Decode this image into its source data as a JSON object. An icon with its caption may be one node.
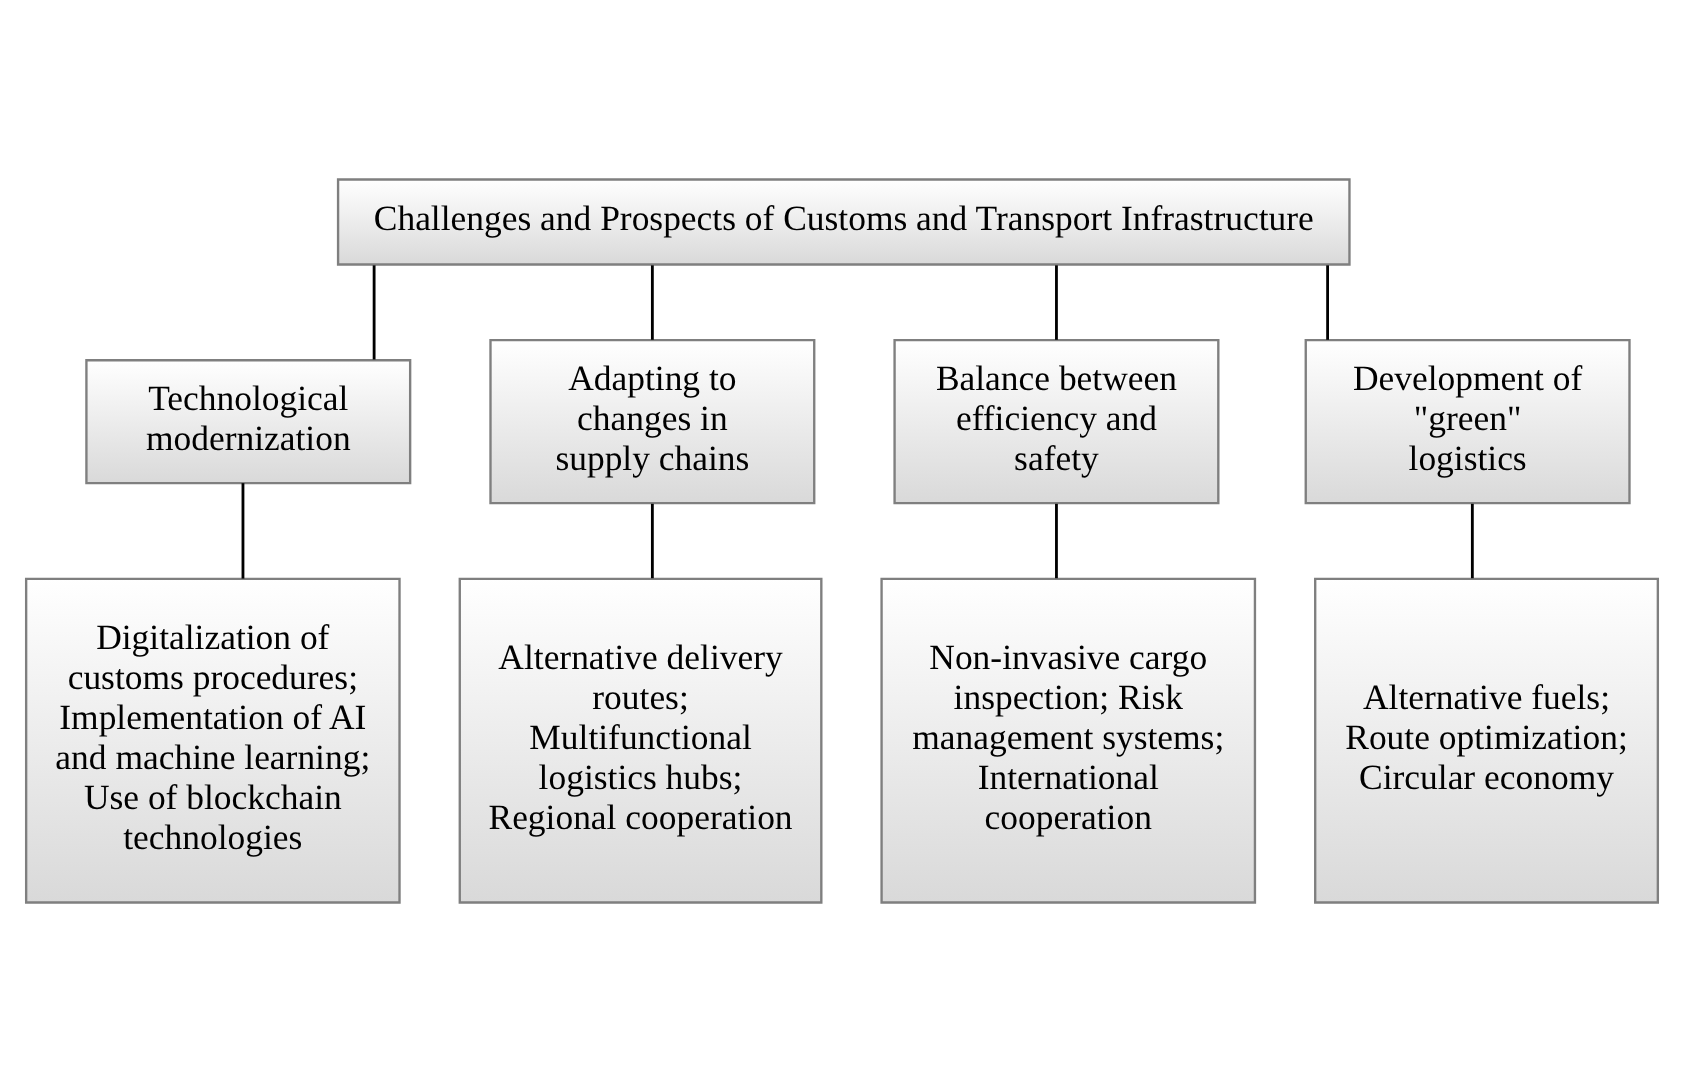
{
  "diagram": {
    "nodes": [
      {
        "text": [
          "Challenges and Prospects of Customs and Transport Infrastructure"
        ]
      },
      {
        "text": [
          "Technological modernization"
        ]
      },
      {
        "text": [
          "Adapting to changes in supply chains"
        ]
      },
      {
        "text": [
          "Balance between efficiency and safety"
        ]
      },
      {
        "text": [
          "Development of \"green\" logistics"
        ]
      },
      {
        "text": [
          "Digitalization of customs procedures; Implementation of AI and machine learning; Use of blockchain technologies"
        ]
      },
      {
        "text": [
          "Alternative delivery routes; Multifunctional logistics hubs; Regional cooperation"
        ]
      },
      {
        "text": [
          "Non-invasive cargo inspection; Risk management systems; International cooperation"
        ]
      },
      {
        "text": [
          "Alternative fuels; Route optimization; Circular economy"
        ]
      }
    ],
    "edges": [
      {
        "from": 0,
        "to": 1,
        "arrow": "none"
      },
      {
        "from": 0,
        "to": 2,
        "arrow": "none"
      },
      {
        "from": 0,
        "to": 3,
        "arrow": "none"
      },
      {
        "from": 0,
        "to": 4,
        "arrow": "none"
      },
      {
        "from": 1,
        "to": 5,
        "arrow": "none"
      },
      {
        "from": 2,
        "to": 6,
        "arrow": "none"
      },
      {
        "from": 3,
        "to": 7,
        "arrow": "none"
      },
      {
        "from": 4,
        "to": 8,
        "arrow": "none"
      }
    ]
  }
}
